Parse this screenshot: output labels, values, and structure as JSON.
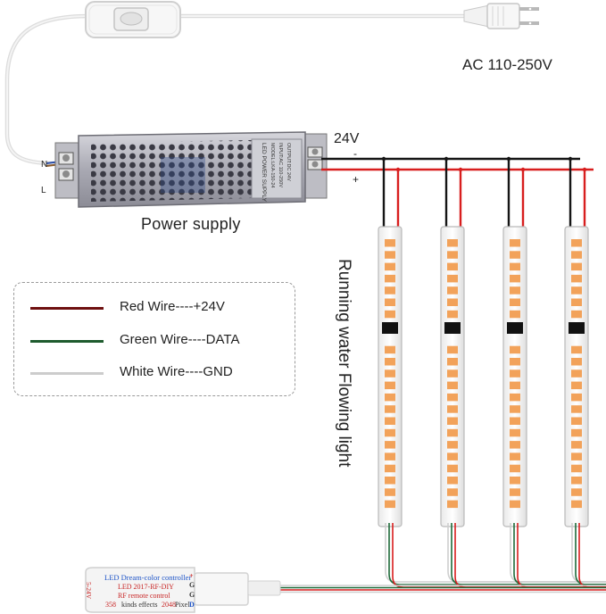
{
  "labels": {
    "ac_input": "AC 110-250V",
    "power_supply": "Power supply",
    "voltage_out": "24V",
    "minus": "-",
    "plus": "+",
    "neutral": "N",
    "live": "L",
    "strip_description": "Running water Flowing light"
  },
  "psu": {
    "label_line1": "LED POWER SUPPLY",
    "label_line2": "MODEL:LKA-150-24",
    "label_line3": "INPUT:AC 110-250V",
    "label_line4": "OUTPUT:DC 24V"
  },
  "legend": {
    "red_wire": "Red Wire----+24V",
    "green_wire": "Green Wire----DATA",
    "white_wire": "White Wire----GND"
  },
  "controller": {
    "title": "LED Dream-color controller",
    "line2": "LED 2017-RF-DIY",
    "line3": "RF remote control",
    "effects_count": "358",
    "effects_text": "kinds effects",
    "pixel_count": "2048",
    "pixel_text": "Pixel",
    "voltage": "5-24V",
    "pin_plus": "+",
    "pin_g1": "G",
    "pin_g2": "G",
    "pin_d": "D"
  },
  "colors": {
    "red_wire": "#d81e1e",
    "black_wire": "#151515",
    "green_wire": "#1f6b3a",
    "white_wire": "#cfcfcf",
    "legend_red": "#6e1010",
    "legend_green": "#1e5b2e",
    "legend_white": "#cccccc",
    "led_orange": "#f2a25a"
  }
}
